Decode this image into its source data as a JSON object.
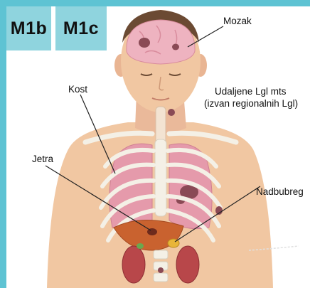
{
  "stages": [
    "M1b",
    "M1c"
  ],
  "labels": {
    "brain": "Mozak",
    "bone": "Kost",
    "distant_nodes_line1": "Udaljene Lgl mts",
    "distant_nodes_line2": "(izvan regionalnih Lgl)",
    "liver": "Jetra",
    "adrenal": "Nadbubreg"
  },
  "colors": {
    "frame": "#5ec3d3",
    "tab": "#8fd4de",
    "skin": "#f1c7a2",
    "brain": "#eeb3c0",
    "lung": "#e59aab",
    "liver": "#c9622f",
    "kidney": "#b8474a",
    "metastasis": "#8a4a55"
  }
}
